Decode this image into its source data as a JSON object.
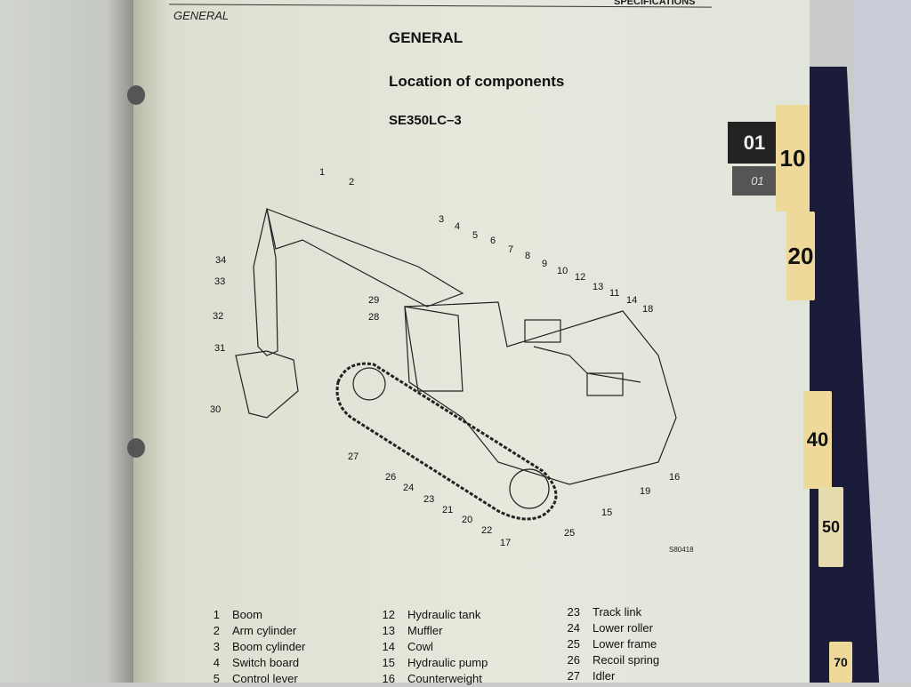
{
  "header": {
    "section_left": "GENERAL",
    "section_right": "SPECIFICATIONS"
  },
  "title": "GENERAL",
  "subtitle": "Location of components",
  "model": "SE350LC–3",
  "figure_code": "S80418",
  "chapter_tab": {
    "main": "01",
    "sub": "01"
  },
  "index_tabs": [
    "10",
    "20",
    "40",
    "50",
    "70"
  ],
  "callouts": [
    "1",
    "2",
    "3",
    "4",
    "5",
    "6",
    "7",
    "8",
    "9",
    "10",
    "11",
    "12",
    "13",
    "14",
    "15",
    "16",
    "17",
    "18",
    "19",
    "20",
    "21",
    "22",
    "23",
    "24",
    "25",
    "26",
    "27",
    "28",
    "29",
    "30",
    "31",
    "32",
    "33",
    "34"
  ],
  "legend": {
    "col1": [
      {
        "n": "1",
        "label": "Boom"
      },
      {
        "n": "2",
        "label": "Arm cylinder"
      },
      {
        "n": "3",
        "label": "Boom cylinder"
      },
      {
        "n": "4",
        "label": "Switch board"
      },
      {
        "n": "5",
        "label": "Control lever"
      }
    ],
    "col2": [
      {
        "n": "12",
        "label": "Hydraulic tank"
      },
      {
        "n": "13",
        "label": "Muffler"
      },
      {
        "n": "14",
        "label": "Cowl"
      },
      {
        "n": "15",
        "label": "Hydraulic pump"
      },
      {
        "n": "16",
        "label": "Counterweight"
      }
    ],
    "col3": [
      {
        "n": "23",
        "label": "Track link"
      },
      {
        "n": "24",
        "label": "Lower roller"
      },
      {
        "n": "25",
        "label": "Lower frame"
      },
      {
        "n": "26",
        "label": "Recoil spring"
      },
      {
        "n": "27",
        "label": "Idler"
      }
    ]
  }
}
